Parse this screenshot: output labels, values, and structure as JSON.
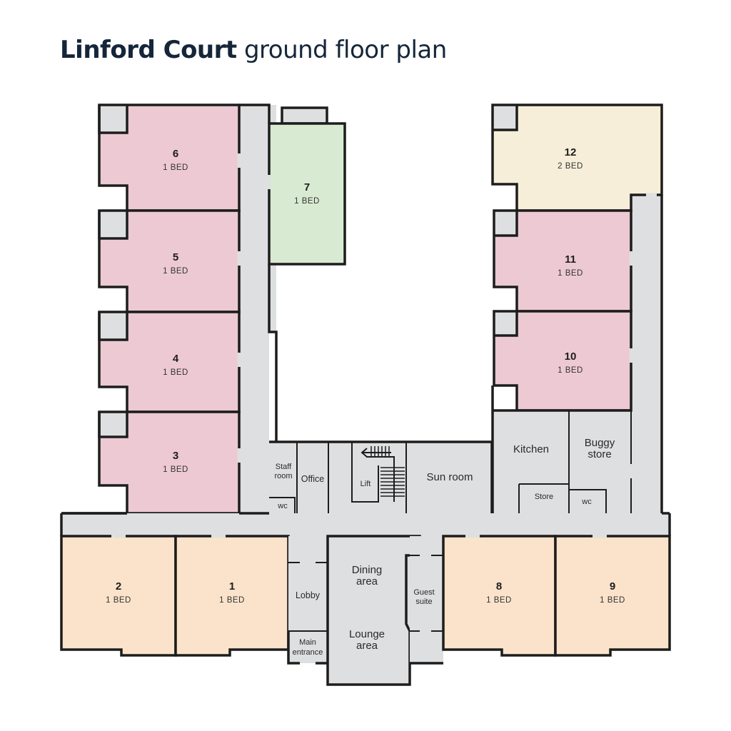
{
  "title": {
    "bold": "Linford Court",
    "rest": " ground floor plan"
  },
  "colors": {
    "pink": "#ecc9d3",
    "peach": "#fbe3cb",
    "green": "#d8ebd2",
    "cream": "#f6eed8",
    "grey": "#dedfe0",
    "wall": "#1d1d1d",
    "title": "#15263a"
  },
  "flats": {
    "f1": {
      "num": "1",
      "beds": "1 BED"
    },
    "f2": {
      "num": "2",
      "beds": "1 BED"
    },
    "f3": {
      "num": "3",
      "beds": "1 BED"
    },
    "f4": {
      "num": "4",
      "beds": "1 BED"
    },
    "f5": {
      "num": "5",
      "beds": "1 BED"
    },
    "f6": {
      "num": "6",
      "beds": "1 BED"
    },
    "f7": {
      "num": "7",
      "beds": "1 BED"
    },
    "f8": {
      "num": "8",
      "beds": "1 BED"
    },
    "f9": {
      "num": "9",
      "beds": "1 BED"
    },
    "f10": {
      "num": "10",
      "beds": "1 BED"
    },
    "f11": {
      "num": "11",
      "beds": "1 BED"
    },
    "f12": {
      "num": "12",
      "beds": "2 BED"
    }
  },
  "rooms": {
    "staff_room": [
      "Staff",
      "room"
    ],
    "staff_wc": "wc",
    "office": "Office",
    "lift": "Lift",
    "sun_room": "Sun room",
    "kitchen": "Kitchen",
    "buggy_store": [
      "Buggy",
      "store"
    ],
    "store": "Store",
    "wc": "wc",
    "lobby": "Lobby",
    "main_entrance": [
      "Main",
      "entrance"
    ],
    "dining_area": [
      "Dining",
      "area"
    ],
    "lounge_area": [
      "Lounge",
      "area"
    ],
    "guest_suite": [
      "Guest",
      "suite"
    ]
  }
}
